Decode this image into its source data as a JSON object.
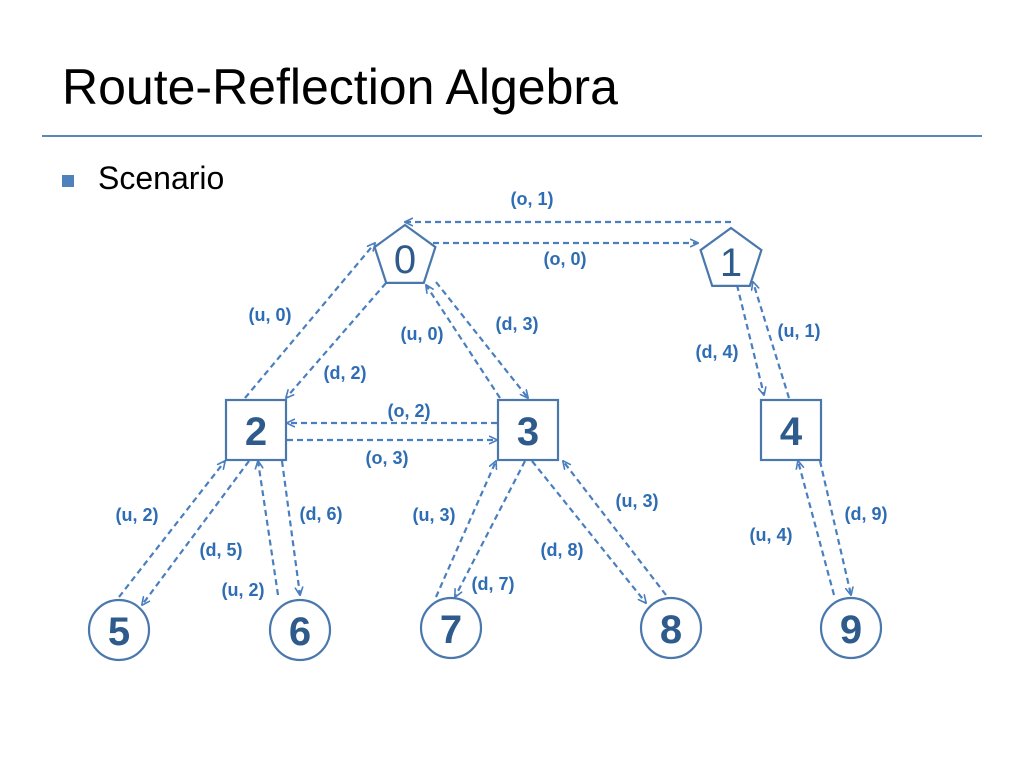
{
  "slide": {
    "title": "Route-Reflection Algebra",
    "bullet": "Scenario"
  },
  "colors": {
    "node_stroke": "#4a78ad",
    "arrow": "#4a7fbf",
    "node_text": "#2e5b8c",
    "edge_text": "#2e6db4",
    "rule": "#5b86b6",
    "bullet": "#4f81bd"
  },
  "nodes": [
    {
      "id": "0",
      "label": "0",
      "shape": "pentagon"
    },
    {
      "id": "1",
      "label": "1",
      "shape": "pentagon"
    },
    {
      "id": "2",
      "label": "2",
      "shape": "square"
    },
    {
      "id": "3",
      "label": "3",
      "shape": "square"
    },
    {
      "id": "4",
      "label": "4",
      "shape": "square"
    },
    {
      "id": "5",
      "label": "5",
      "shape": "circle"
    },
    {
      "id": "6",
      "label": "6",
      "shape": "circle"
    },
    {
      "id": "7",
      "label": "7",
      "shape": "circle"
    },
    {
      "id": "8",
      "label": "8",
      "shape": "circle"
    },
    {
      "id": "9",
      "label": "9",
      "shape": "circle"
    }
  ],
  "edges": [
    {
      "from": "1",
      "to": "0",
      "label": "(o, 1)"
    },
    {
      "from": "0",
      "to": "1",
      "label": "(o, 0)"
    },
    {
      "from": "2",
      "to": "0",
      "label": "(u, 0)"
    },
    {
      "from": "0",
      "to": "2",
      "label": "(d, 2)"
    },
    {
      "from": "3",
      "to": "0",
      "label": "(u, 0)"
    },
    {
      "from": "0",
      "to": "3",
      "label": "(d, 3)"
    },
    {
      "from": "1",
      "to": "4",
      "label": "(d, 4)"
    },
    {
      "from": "4",
      "to": "1",
      "label": "(u, 1)"
    },
    {
      "from": "3",
      "to": "2",
      "label": "(o, 2)"
    },
    {
      "from": "2",
      "to": "3",
      "label": "(o, 3)"
    },
    {
      "from": "5",
      "to": "2",
      "label": "(u, 2)"
    },
    {
      "from": "2",
      "to": "5",
      "label": "(d, 5)"
    },
    {
      "from": "6",
      "to": "2",
      "label": "(u, 2)"
    },
    {
      "from": "2",
      "to": "6",
      "label": "(d, 6)"
    },
    {
      "from": "7",
      "to": "3",
      "label": "(u, 3)"
    },
    {
      "from": "3",
      "to": "7",
      "label": "(d, 7)"
    },
    {
      "from": "3",
      "to": "8",
      "label": "(d, 8)"
    },
    {
      "from": "8",
      "to": "3",
      "label": "(u, 3)"
    },
    {
      "from": "9",
      "to": "4",
      "label": "(u, 4)"
    },
    {
      "from": "4",
      "to": "9",
      "label": "(d, 9)"
    }
  ]
}
